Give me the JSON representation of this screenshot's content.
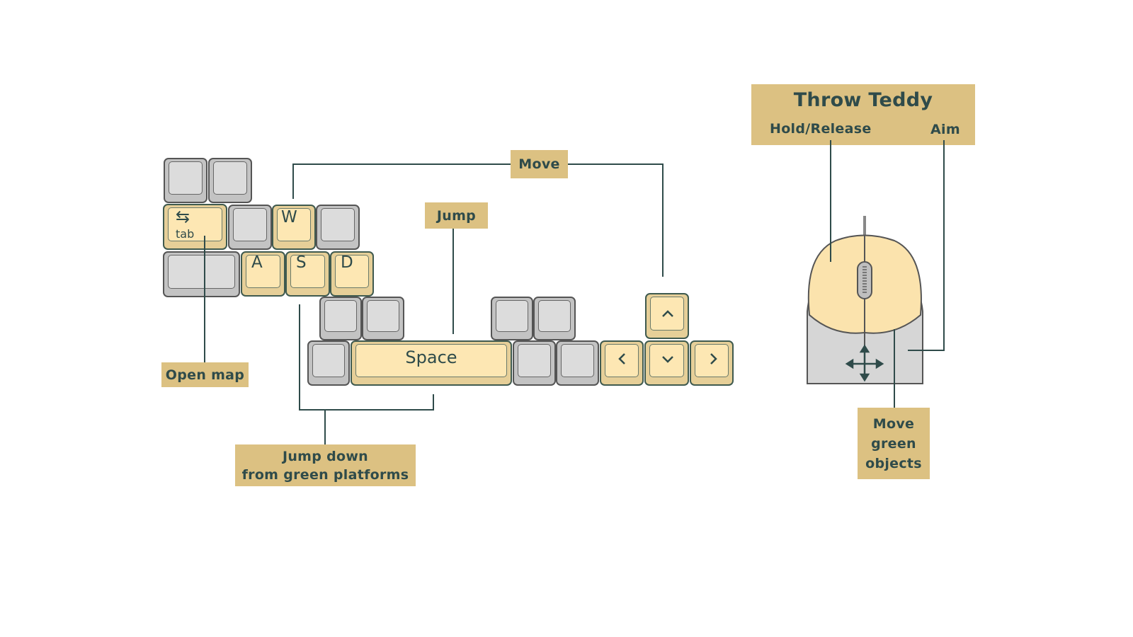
{
  "keyboard": {
    "keys": {
      "tab": "tab",
      "tab_symbol": "⇆",
      "w": "W",
      "a": "A",
      "s": "S",
      "d": "D",
      "space": "Space",
      "arrow_up": "^",
      "arrow_left": "<",
      "arrow_down": "v",
      "arrow_right": ">"
    }
  },
  "labels": {
    "move": "Move",
    "jump": "Jump",
    "open_map": "Open map",
    "jump_down_line1": "Jump down",
    "jump_down_line2": "from green platforms"
  },
  "mouse": {
    "title": "Throw Teddy",
    "hold_release": "Hold/Release",
    "aim": "Aim",
    "move_objects_line1": "Move",
    "move_objects_line2": "green",
    "move_objects_line3": "objects"
  },
  "colors": {
    "label_bg": "#dcc182",
    "key_highlight": "#fde7b3",
    "key_gray": "#dcdcdc",
    "text": "#2f4b4a"
  },
  "icons": [
    "tab-icon",
    "arrow-up-icon",
    "arrow-left-icon",
    "arrow-down-icon",
    "arrow-right-icon",
    "move-cross-icon",
    "mouse-icon"
  ]
}
